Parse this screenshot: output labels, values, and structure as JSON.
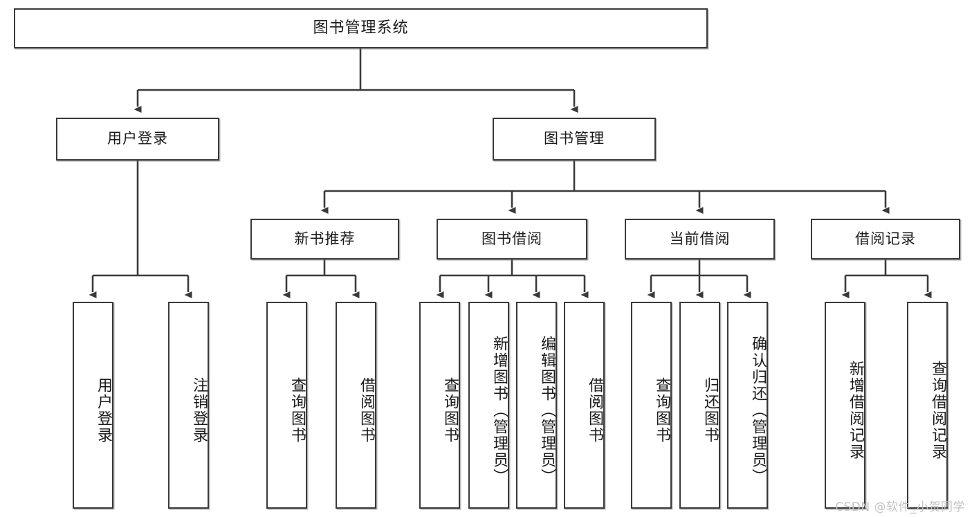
{
  "diagram": {
    "title": "图书管理系统",
    "type": "tree-hierarchy-diagram",
    "root": {
      "id": "root",
      "label": "图书管理系统"
    },
    "level2": [
      {
        "id": "user-login",
        "label": "用户登录"
      },
      {
        "id": "book-management",
        "label": "图书管理"
      }
    ],
    "level3": [
      {
        "id": "new-book-recommend",
        "label": "新书推荐",
        "parent": "book-management"
      },
      {
        "id": "book-borrow",
        "label": "图书借阅",
        "parent": "book-management"
      },
      {
        "id": "current-borrow",
        "label": "当前借阅",
        "parent": "book-management"
      },
      {
        "id": "borrow-record",
        "label": "借阅记录",
        "parent": "book-management"
      }
    ],
    "leaves": [
      {
        "id": "leaf-user-login",
        "label": "用户登录",
        "parent": "user-login"
      },
      {
        "id": "leaf-logout-login",
        "label": "注销登录",
        "parent": "user-login"
      },
      {
        "id": "leaf-query-book-1",
        "label": "查询图书",
        "parent": "new-book-recommend"
      },
      {
        "id": "leaf-borrow-book-1",
        "label": "借阅图书",
        "parent": "new-book-recommend"
      },
      {
        "id": "leaf-query-book-2",
        "label": "查询图书",
        "parent": "book-borrow"
      },
      {
        "id": "leaf-add-book",
        "label": "新增图书（管理员）",
        "parent": "book-borrow"
      },
      {
        "id": "leaf-edit-book",
        "label": "编辑图书（管理员）",
        "parent": "book-borrow"
      },
      {
        "id": "leaf-borrow-book-2",
        "label": "借阅图书",
        "parent": "book-borrow"
      },
      {
        "id": "leaf-query-book-3",
        "label": "查询图书",
        "parent": "current-borrow"
      },
      {
        "id": "leaf-return-book",
        "label": "归还图书",
        "parent": "current-borrow"
      },
      {
        "id": "leaf-confirm-return",
        "label": "确认归还（管理员）",
        "parent": "current-borrow"
      },
      {
        "id": "leaf-add-borrow-record",
        "label": "新增借阅记录",
        "parent": "borrow-record"
      },
      {
        "id": "leaf-query-borrow-record",
        "label": "查询借阅记录",
        "parent": "borrow-record"
      }
    ],
    "colors": {
      "box_border": "#3a3a3a",
      "box_fill": "#ffffff",
      "connector": "#3a3a3a",
      "text": "#1b1b1b",
      "watermark": "#c2c2c2",
      "background": "#ffffff"
    }
  },
  "watermark": {
    "text": "CSDN @软件_小贺同学"
  }
}
